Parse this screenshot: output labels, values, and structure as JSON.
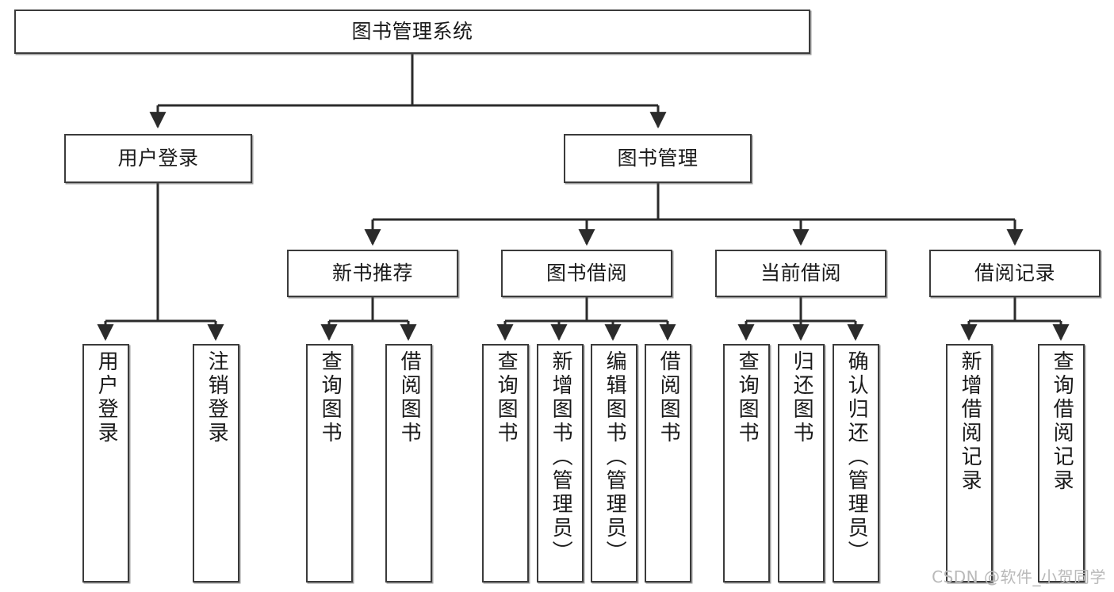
{
  "diagram": {
    "title": "图书管理系统",
    "type": "tree",
    "watermark": "CSDN @软件_小贺同学",
    "colors": {
      "border": "#3b3b3b",
      "background": "#ffffff",
      "text": "#1a1a1a",
      "edge": "#2b2b2b",
      "watermark": "#b9b9b9"
    }
  },
  "nodes": {
    "root": {
      "label": "图书管理系统"
    },
    "level2": [
      {
        "id": "user-login",
        "label": "用户登录"
      },
      {
        "id": "book-manage",
        "label": "图书管理"
      }
    ],
    "level3": [
      {
        "id": "new-book-recommend",
        "label": "新书推荐"
      },
      {
        "id": "book-borrow",
        "label": "图书借阅"
      },
      {
        "id": "current-borrow",
        "label": "当前借阅"
      },
      {
        "id": "borrow-record",
        "label": "借阅记录"
      }
    ],
    "leaves": {
      "user_login": [
        {
          "id": "leaf-user-login",
          "label": "用户登录"
        },
        {
          "id": "leaf-logout",
          "label": "注销登录"
        }
      ],
      "new_book_recommend": [
        {
          "id": "leaf-query-book-1",
          "label": "查询图书"
        },
        {
          "id": "leaf-borrow-book-1",
          "label": "借阅图书"
        }
      ],
      "book_borrow": [
        {
          "id": "leaf-query-book-2",
          "label": "查询图书"
        },
        {
          "id": "leaf-add-book",
          "label": "新增图书（管理员）"
        },
        {
          "id": "leaf-edit-book",
          "label": "编辑图书（管理员）"
        },
        {
          "id": "leaf-borrow-book-2",
          "label": "借阅图书"
        }
      ],
      "current_borrow": [
        {
          "id": "leaf-query-book-3",
          "label": "查询图书"
        },
        {
          "id": "leaf-return-book",
          "label": "归还图书"
        },
        {
          "id": "leaf-confirm-return",
          "label": "确认归还（管理员）"
        }
      ],
      "borrow_record": [
        {
          "id": "leaf-add-record",
          "label": "新增借阅记录"
        },
        {
          "id": "leaf-query-record",
          "label": "查询借阅记录"
        }
      ]
    }
  }
}
